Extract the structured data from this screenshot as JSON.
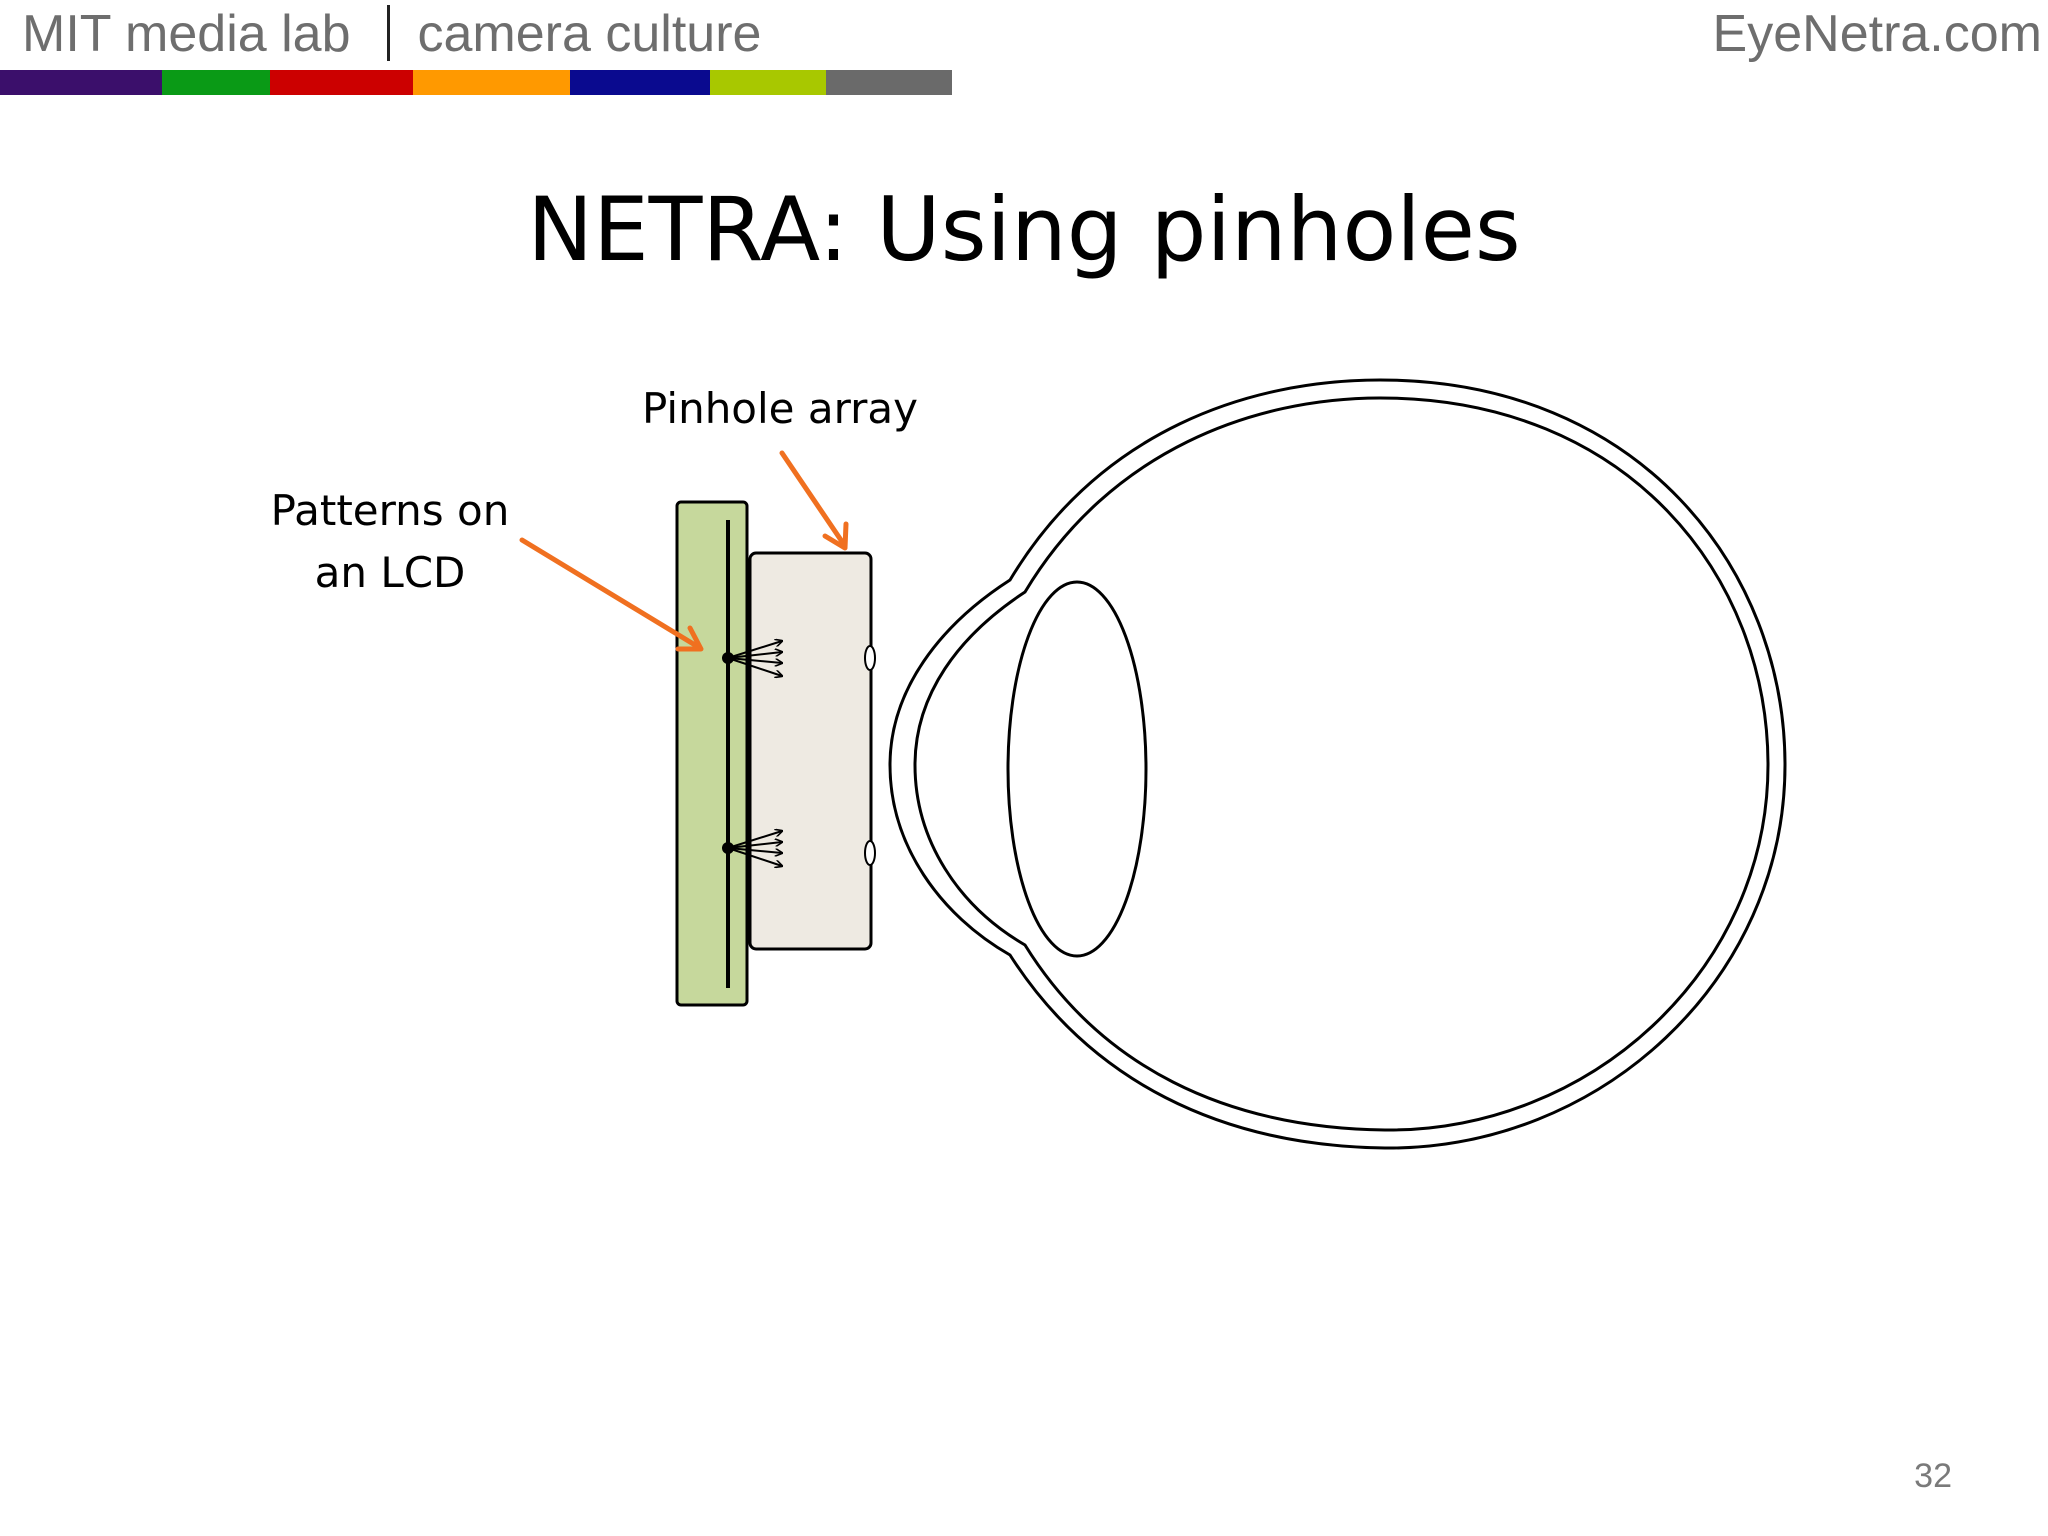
{
  "header": {
    "left_primary": "MIT media lab",
    "left_secondary": "camera culture",
    "right": "EyeNetra.com",
    "color_bar": [
      "#3b0f6b",
      "#0a9a16",
      "#cc0000",
      "#ff9900",
      "#0a0a8f",
      "#a8c800",
      "#6a6a6a"
    ]
  },
  "slide": {
    "title": "NETRA: Using pinholes",
    "page_number": "32"
  },
  "diagram": {
    "label_pinhole": "Pinhole array",
    "label_lcd_line1": "Patterns on",
    "label_lcd_line2": "an LCD",
    "colors": {
      "lcd_fill": "#c6d89c",
      "pinhole_fill": "#eeeae2",
      "arrow": "#f07020",
      "outline": "#000000"
    },
    "icons": [
      "lcd-panel",
      "pinhole-array",
      "eye-outline",
      "eye-lens",
      "orange-arrow"
    ]
  }
}
